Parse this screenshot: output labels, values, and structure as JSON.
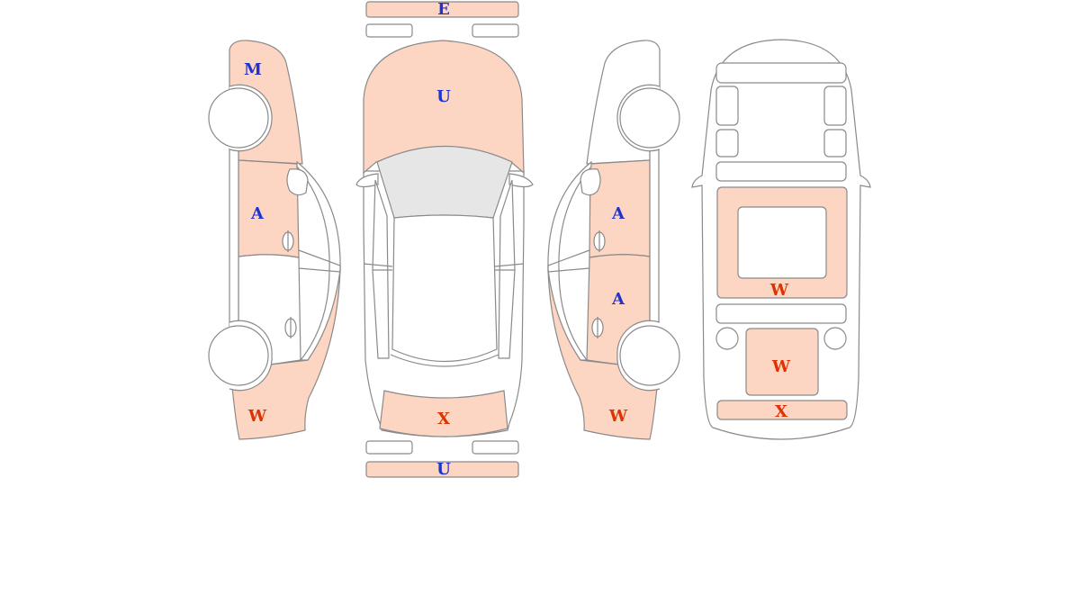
{
  "colors": {
    "damage_fill": "#fdd5c3",
    "outline": "#8a8a8a",
    "glass": "#e6e6e6",
    "label_blue": "#2233cc",
    "label_red": "#dd3300"
  },
  "labels": {
    "front_bumper": "E",
    "bonnet": "U",
    "rear_bumper": "U",
    "rear_panel": "X",
    "left_front_fender": "M",
    "left_front_door": "A",
    "left_rear_quarter": "W",
    "right_front_door": "A",
    "right_rear_door": "A",
    "right_rear_quarter": "W",
    "interior_front_floor": "W",
    "interior_rear_floor": "W",
    "interior_trunk": "X"
  }
}
